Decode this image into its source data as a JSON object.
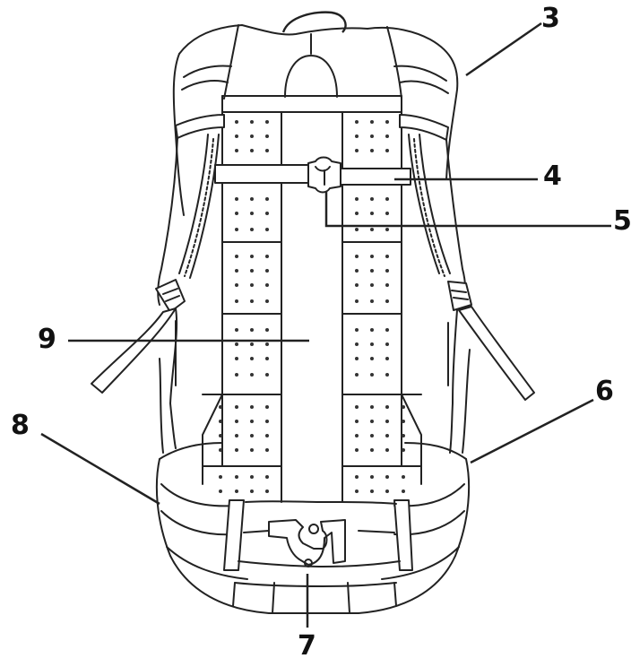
{
  "figure": {
    "type": "patent line drawing",
    "subject": "backpack rear view (back panel, shoulder straps, hip belt)",
    "callouts": [
      {
        "id": "3",
        "text": "3",
        "target": "shoulder yoke / top of pack"
      },
      {
        "id": "4",
        "text": "4",
        "target": "sternum strap"
      },
      {
        "id": "5",
        "text": "5",
        "target": "sternum strap buckle"
      },
      {
        "id": "6",
        "text": "6",
        "target": "right hip belt wing"
      },
      {
        "id": "7",
        "text": "7",
        "target": "hip belt buckle"
      },
      {
        "id": "8",
        "text": "8",
        "target": "left hip belt wing"
      },
      {
        "id": "9",
        "text": "9",
        "target": "central back channel"
      }
    ]
  },
  "colors": {
    "line": "#222222",
    "background": "#ffffff"
  }
}
